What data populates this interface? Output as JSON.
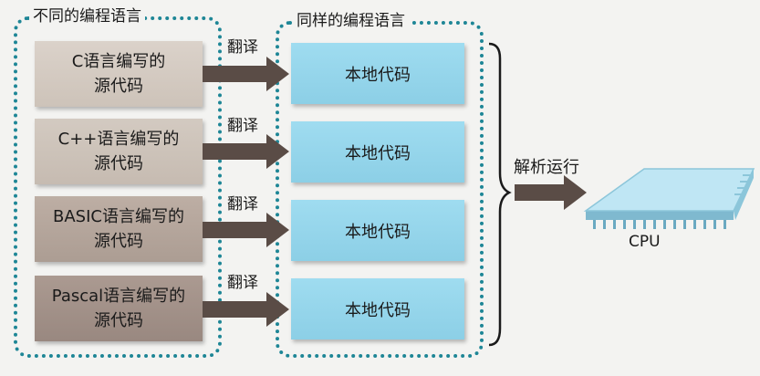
{
  "left_group": {
    "title": "不同的编程语言",
    "sources": [
      {
        "line1": "C语言编写的",
        "line2": "源代码"
      },
      {
        "line1": "C++语言编写的",
        "line2": "源代码"
      },
      {
        "line1": "BASIC语言编写的",
        "line2": "源代码"
      },
      {
        "line1": "Pascal语言编写的",
        "line2": "源代码"
      }
    ]
  },
  "arrows": {
    "translate_labels": [
      "翻译",
      "翻译",
      "翻译",
      "翻译"
    ]
  },
  "right_group": {
    "title": "同样的编程语言",
    "natives": [
      "本地代码",
      "本地代码",
      "本地代码",
      "本地代码"
    ]
  },
  "execute_label": "解析运行",
  "cpu_label": "CPU",
  "colors": {
    "dotted_frame": "#1e8696",
    "native_box": "#9fdcf0",
    "arrow": "#5a4c46",
    "chip_face": "#bfe6f4",
    "chip_pins": "#7fb9cf"
  }
}
